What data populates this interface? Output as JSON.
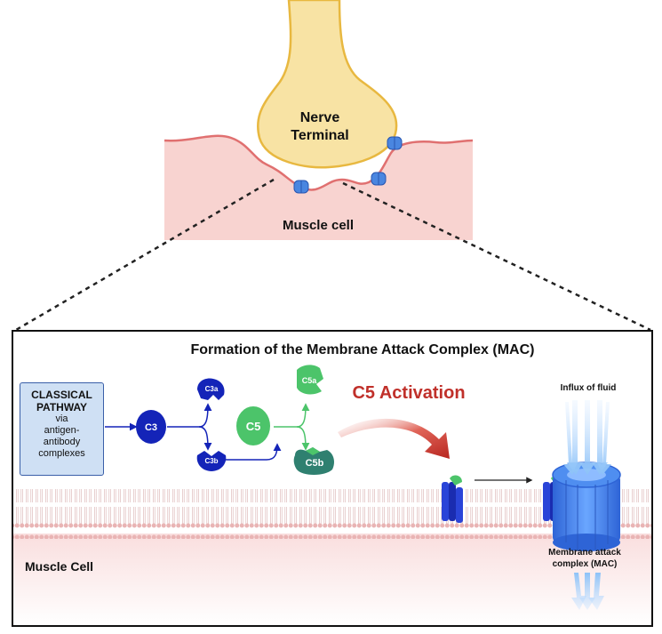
{
  "top_panel": {
    "nerve_terminal_line1": "Nerve",
    "nerve_terminal_line2": "Terminal",
    "muscle_label": "Muscle cell"
  },
  "main_panel": {
    "title": "Formation of the Membrane Attack Complex (MAC)",
    "classical_pathway": {
      "line1": "CLASSICAL",
      "line2": "PATHWAY",
      "line3": "via",
      "line4": "antigen-",
      "line5": "antibody",
      "line6": "complexes"
    },
    "c3": "C3",
    "c3a": "C3a",
    "c3b": "C3b",
    "c5": "C5",
    "c5a": "C5a",
    "c5b": "C5b",
    "activation": "C5 Activation",
    "influx": "Influx of fluid",
    "mac_line1": "Membrane attack",
    "mac_line2": "complex (MAC)",
    "muscle_cell": "Muscle Cell"
  },
  "colors": {
    "dark_blue": "#1424b8",
    "green": "#4cc46a",
    "activation_red": "#c0302a",
    "muscle_pink": "#f8d3d0",
    "membrane_red": "#e07070",
    "nerve_fill": "#f8e3a4",
    "nerve_outline": "#e8b840",
    "mac_blue": "#3f7ee8"
  }
}
